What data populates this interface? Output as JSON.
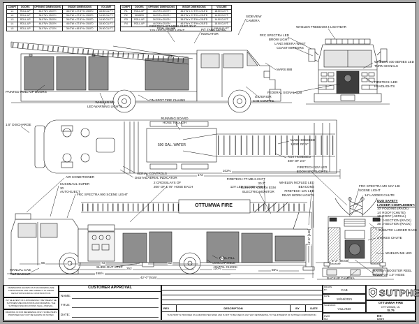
{
  "drawing": {
    "tables": {
      "headers": [
        "COMPT",
        "DOORS",
        "OPENING DIMENSIONS",
        "INSIDE DIMENSIONS",
        "VOLUME"
      ],
      "left_rows": [
        [
          "L1",
          "ROLL-UP",
          "44.0\"W x 25.0\"H",
          "46.0\"W x 27.5\"H x 25.8\"D",
          "18.50 CU.FT."
        ],
        [
          "L2",
          "ROLL-UP",
          "34.0\"W x 25.0\"H",
          "36.0\"W x 27.5\"H x 25.8\"D",
          "14.50 CU.FT."
        ],
        [
          "L3",
          "ROLL-UP",
          "34.0\"W x 25.0\"H",
          "36.0\"W x 27.5\"H x 25.8\"D",
          "14.50 CU.FT."
        ],
        [
          "L4",
          "ROLL-UP",
          "44.0\"W x 25.0\"H",
          "46.0\"W x 27.5\"H x 25.8\"D",
          "18.50 CU.FT."
        ],
        [
          "L5",
          "ROLL-UP",
          "34.0\"W x 47.0\"H",
          "36.0\"W x 49.5\"H x 25.8\"D",
          "26.50 CU.FT."
        ]
      ],
      "right_rows": [
        [
          "R1",
          "ROLL-UP",
          "44.0\"W x 25.0\"H",
          "46.0\"W x 27.5\"H x 25.8\"D",
          "18.50 CU.FT."
        ],
        [
          "R2",
          "HINGED",
          "34.0\"W x 25.0\"H",
          "36.0\"W x 27.5\"H x 25.8\"D",
          "14.50 CU.FT."
        ],
        [
          "R3",
          "ROLL-UP",
          "34.0\"W x 25.0\"H",
          "36.0\"W x 27.5\"H x 25.8\"D",
          "14.50 CU.FT."
        ],
        [
          "R4",
          "ROLL-UP",
          "44.0\"W x 25.0\"H",
          "46.0\"W x 27.5\"H x 25.8\"D",
          "18.50 CU.FT."
        ]
      ],
      "total_label": "TOTAL VOLUME",
      "total_value": "158.00 CU.FT."
    },
    "callouts": {
      "firetech_scene_top": "FIRETECH FT-MB-2.23.FT 30.2\"\n12V LED SCENE LIGHT",
      "sideview_camera": "SIDEVIEW\nCAMERA",
      "tank_level_indicator": "P/T TANK LEVEL\nINDICATOR",
      "whelen_freedom_lightbar": "WHELEN FREEDOM 4 LIGHTBAR",
      "frc_brow_light": "FRC SPECTRA LED\nBROW LIGHT",
      "lang_mekra_mirrors": "LANG MEKRA WEST\nCOAST MIRRORS",
      "mars_888": "MARS 888",
      "whelen_400_turn": "WHELEN 400 SERIES LED\nTURN SIGNALS",
      "firetech_headlights": "FIRETECH LED\nHEADLIGHTS",
      "federal_q2b": "FEDERAL SIGNAL Q2B",
      "exterior_cab_compts": "EXTERIOR\nCAB COMPTS",
      "painted_rollup_doors": "PAINTED ROLL-UP DOORS",
      "whelen_m9_warning": "WHELEN M9\nLED WARNING LIGHTS",
      "onspot_chains": "ON-SPOT TIRE CHAINS",
      "discharge_15": "1.5\" DISCHARGE",
      "running_board_trough": "RUNNING BOARD\nHOSE TROUGH",
      "water_tank": "500 GAL. WATER",
      "main_hosebed": "MAIN HOSEBED\n1,000' OF 5\"",
      "aux_hosebed": "AUX HOSEBED\n400' OF 2.5\"",
      "aerial_controls": "AERIAL CONTROLS",
      "digital_aerial_indicator": "DIGITAL AERIAL INDICATOR",
      "crosslays": "2 CROSSLAYS OF\n200' OF 1.75\" HOSE EACH",
      "boom_spotlights": "FIRETECH 12V LED\nBOOM SPOTLIGHTS",
      "mcfled_beacons": "WHELEN MCFLED LED\nBEACONS",
      "rear_work_lights": "FIRETECH 12V LED\nREAR WORK LIGHTS",
      "frc_spectra_ms": "FRC SPECTRA MS 12V 14K\nSCENE LIGHT",
      "ladder_chute_14": "14' LADDER CHUTE",
      "duo_safety_title": "DUO SAFETY\nLADDER COMPLEMENT:",
      "duo_safety_items": "10' FOLDING (RACK)\n14' ROOF (CHUTE)\n16' ROOF (AERIAL)\n24' 2-SECTION (RACK)\n35' 2-SECTION (RACK)",
      "ziamatic_rack": "ZIAMATIC LADDER RACK",
      "stokes_chute": "STOKES CHUTE",
      "whelen_m6_led": "WHELEN M6 LED",
      "hannay_reel": "HANNAY BOOSTER REEL\nW/200' OF 1.0\" HOSE",
      "backup_camera": "BACKUP CAMERA",
      "air_conditioner": "AIR CONDITIONER",
      "kussmaul": "KUSSMAUL SUPER 30\nAUTO-EJECT",
      "frc_900_scene": "FRC SPECTRA 900 SCENE LIGHT",
      "ottumwa_banner": "OTTUMWA FIRE",
      "firetech_scene_bottom": "FIRETECH FT-MB-2.23.FT 30.2\"\n12V LED SCENE LIGHT",
      "elkhart_monitor": "ELKHART COBRA EXM\nELECTRIC MONITOR",
      "fuel_fill": "FUEL FILL",
      "wheel_chock": "COLLAPSIBLE\nWHEEL CHOCK",
      "slide_out_step": "SLIDE-OUT STEP",
      "manual_cab_tilt": "MANUAL CAB\nTILT BACKUP"
    },
    "dimensions": {
      "plan_172": "172",
      "plan_102": "102¾",
      "side_66": "66",
      "side_73": "73",
      "side_252": "252",
      "side_82": "82",
      "side_120": "120⅛",
      "side_56": "56¼",
      "side_498": "498½",
      "side_overall": "42'-0\" [516]",
      "rear_width": "8'-2\" [98.00]",
      "travel_height": "11'-8\" [140]"
    },
    "title_block": {
      "disclaimer_1": "DIMENSIONS SHOWN ON THIS DRAWING ARE APPROXIMATE AND ARE SUBJECT TO MINOR DEVIATIONS DURING CONSTRUCTION.",
      "disclaimer_2": "IN THE EVENT OF A DISCREPANCY BETWEEN THE SUTPHEN SPECIFICATIONS AND DRAWING, THE SUTPHEN SPECIFICATIONS SHALL PREVAIL.",
      "disclaimer_3": "DRAWING IS FOR REFERENCE ONLY. SOME ITEMS PROPOSED MAY NOT BE SHOWN OR NOTED.",
      "approval_title": "CUSTOMER APPROVAL",
      "name_label": "NAME:",
      "title_label": "TITLE:",
      "date_label": "DATE:",
      "rev_label": "REV",
      "description_label": "DESCRIPTION",
      "by_label": "BY",
      "rev_date_label": "DATE",
      "restricted_note": "THIS PRINT IS PROVIDED ON A RESTRICTED BASIS AND IS NOT TO BE USED IN ANY WAY DETRIMENTAL TO THE INTEREST OF SUTPHEN CORPORATION.",
      "drawn_label": "DRAWN BY:",
      "drawn_value": "CAB",
      "drawn_date_label": "DATE:",
      "drawn_date_value": "10/16/2021",
      "salesman_label": "SALESMAN:",
      "salesman_value": "VILLANO",
      "brand": "SUTPHEN",
      "customer_name": "OTTUMWA FIRE",
      "customer_city": "OTTUMWA, IA.",
      "model": "SL75",
      "dwg_label": "DWG NO:",
      "dwg_value": "HS-5322"
    }
  }
}
